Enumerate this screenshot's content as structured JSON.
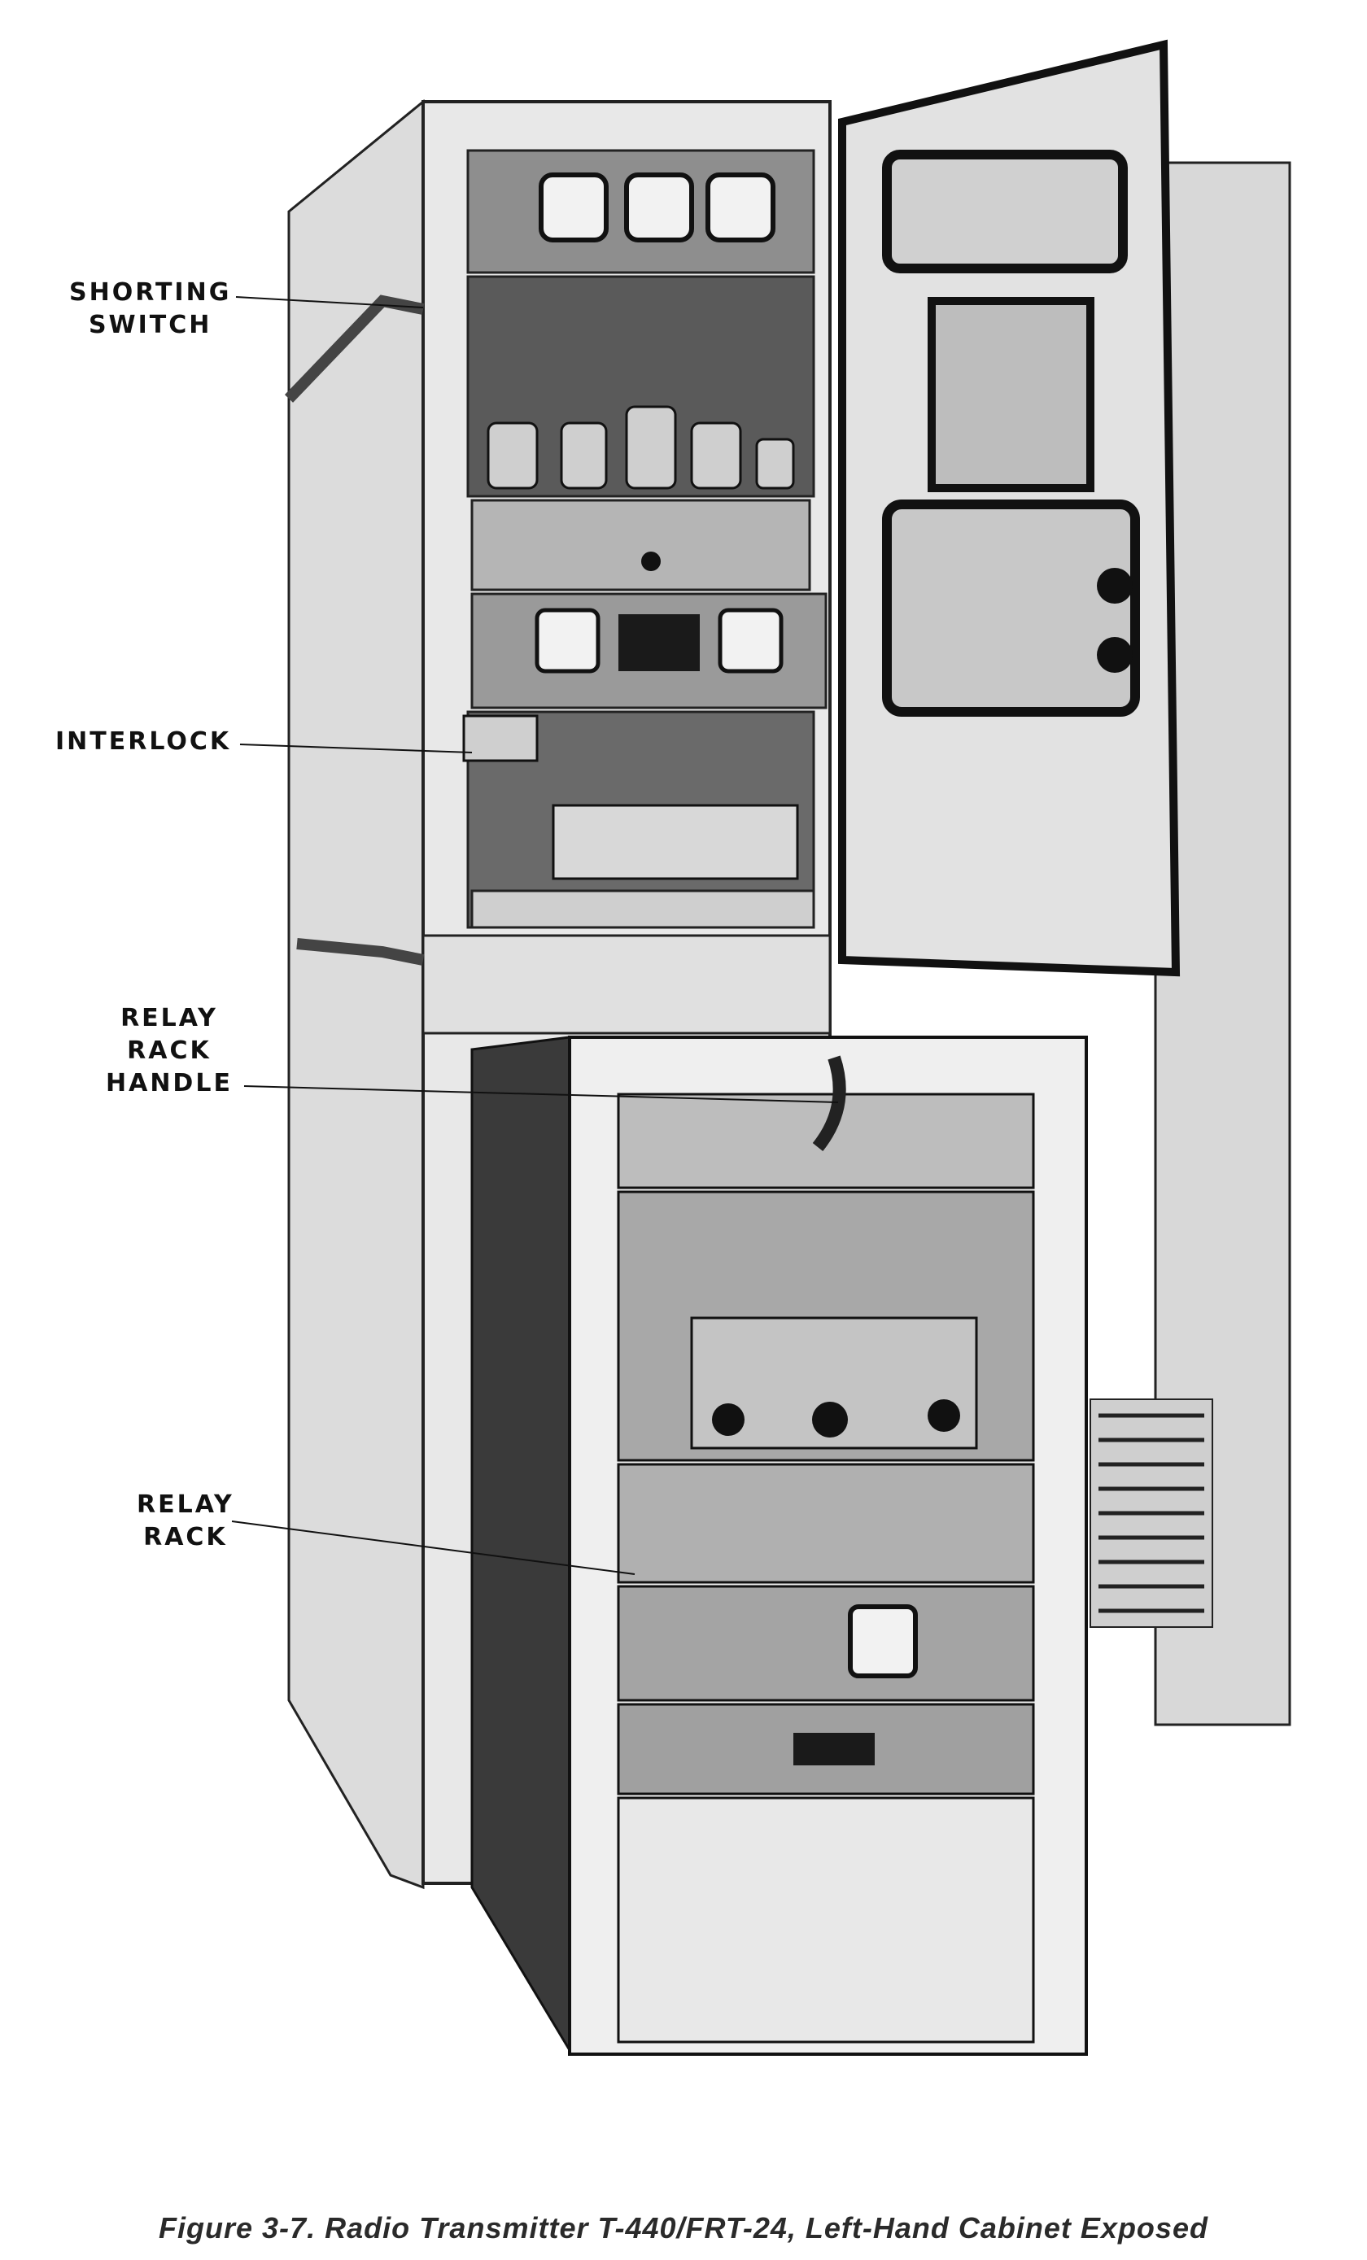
{
  "figure": {
    "labels": {
      "shorting_switch_line1": "SHORTING",
      "shorting_switch_line2": "SWITCH",
      "interlock": "INTERLOCK",
      "relay_rack_handle_line1": "RELAY",
      "relay_rack_handle_line2": "RACK",
      "relay_rack_handle_line3": "HANDLE",
      "relay_rack_line1": "RELAY",
      "relay_rack_line2": "RACK"
    },
    "caption": "Figure 3-7.  Radio Transmitter T-440/FRT-24, Left-Hand Cabinet Exposed"
  },
  "colors": {
    "background": "#ffffff",
    "cabinet_light": "#e6e6e6",
    "panel_gray": "#9a9a9a",
    "dark": "#1a1a1a",
    "caption": "#2a2a2a"
  }
}
